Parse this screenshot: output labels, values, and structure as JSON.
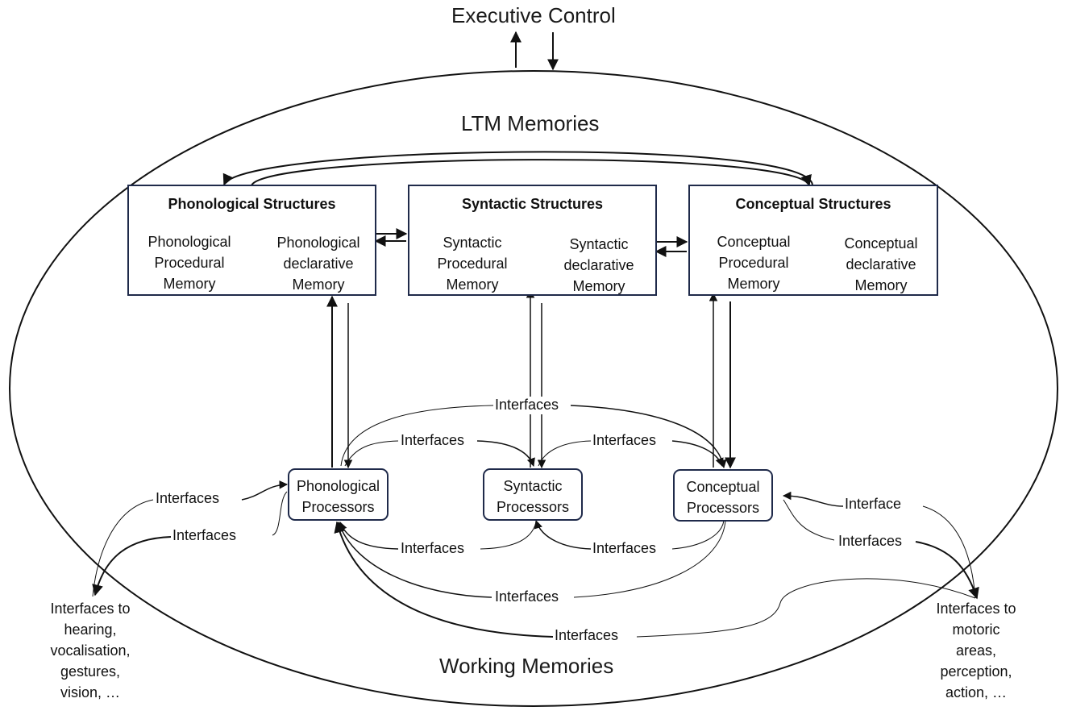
{
  "executive_control": "Executive Control",
  "ltm_label": "LTM Memories",
  "working_label": "Working Memories",
  "structures": {
    "phonological": {
      "title": "Phonological Structures",
      "procedural": [
        "Phonological",
        "Procedural",
        "Memory"
      ],
      "declarative": [
        "Phonological",
        "declarative",
        "Memory"
      ]
    },
    "syntactic": {
      "title": "Syntactic Structures",
      "procedural": [
        "Syntactic",
        "Procedural",
        "Memory"
      ],
      "declarative": [
        "Syntactic",
        "declarative",
        "Memory"
      ]
    },
    "conceptual": {
      "title": "Conceptual Structures",
      "procedural": [
        "Conceptual",
        "Procedural",
        "Memory"
      ],
      "declarative": [
        "Conceptual",
        "declarative",
        "Memory"
      ]
    }
  },
  "processors": {
    "phonological": [
      "Phonological",
      "Processors"
    ],
    "syntactic": [
      "Syntactic",
      "Processors"
    ],
    "conceptual": [
      "Conceptual",
      "Processors"
    ]
  },
  "interfaces": {
    "top_center": "Interfaces",
    "upper_left": "Interfaces",
    "upper_right": "Interfaces",
    "left_in": "Interfaces",
    "left_out": "Interfaces",
    "lower_left": "Interfaces",
    "lower_right": "Interfaces",
    "right_in": "Interface",
    "right_out": "Interfaces",
    "bottom_center": "Interfaces",
    "bottom_long": "Interfaces"
  },
  "external": {
    "left": [
      "Interfaces to",
      "hearing,",
      "vocalisation,",
      "gestures,",
      "vision, …"
    ],
    "right": [
      "Interfaces to",
      "motoric",
      "areas,",
      "perception,",
      "action, …"
    ]
  }
}
